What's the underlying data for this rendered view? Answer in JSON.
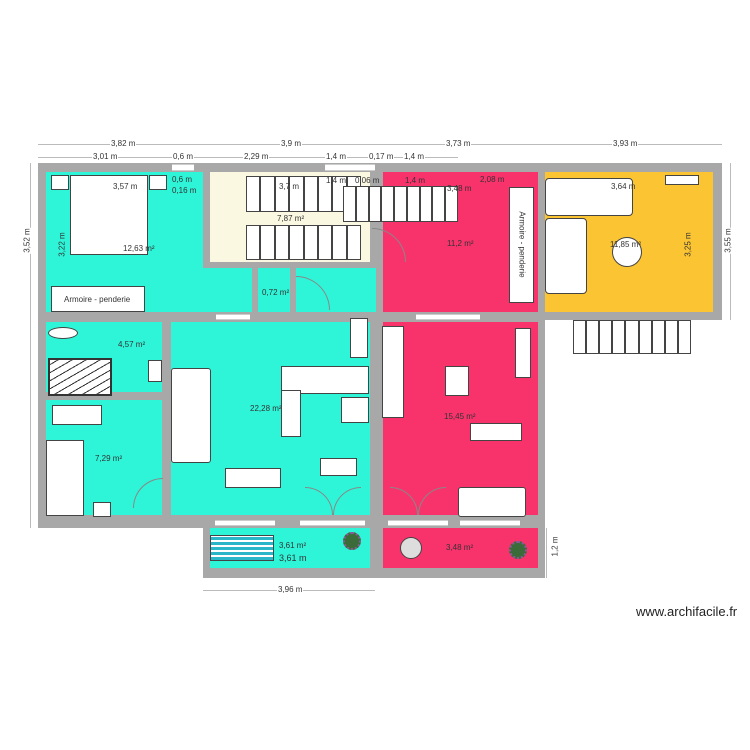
{
  "dimensions": {
    "top_overall": [
      "3,82 m",
      "3,9 m",
      "3,73 m",
      "3,93 m"
    ],
    "top_detail": [
      "3,01 m",
      "0,6 m",
      "2,29 m",
      "1,4 m",
      "0,17 m",
      "1,4 m"
    ],
    "inner": [
      "0,6 m",
      "0,16 m",
      "3,57 m",
      "3,7 m",
      "1,4 m",
      "0,06 m",
      "1,4 m",
      "3,48 m",
      "2,08 m",
      "3,64 m"
    ],
    "left_outer": "3,52 m",
    "left_inner": "3,22 m",
    "right_outer": "3,55 m",
    "right_inner": "3,25 m",
    "balcony_height": "1,2 m",
    "balcony_width": "3,96 m",
    "balcony_inner": "3,61 m"
  },
  "rooms": {
    "bedroom1": "12,63 m²",
    "stairwell": "7,87 m²",
    "closet": "0,72 m²",
    "bedroom_pink": "11,2 m²",
    "living_yellow": "11,85 m²",
    "bathroom": "4,57 m²",
    "bedroom2": "7,29 m²",
    "living_cyan": "22,28 m²",
    "kitchen_pink": "15,45 m²",
    "balcony_cyan": "3,61 m²",
    "balcony_pink": "3,48 m²"
  },
  "furniture": {
    "wardrobe1": "Armoire - penderie",
    "wardrobe2": "Armoire - penderie"
  },
  "colors": {
    "cyan": "#2ff5d8",
    "pink": "#f8336c",
    "yellow": "#fbc433",
    "wall": "#a8a8a8"
  },
  "watermark": "www.archifacile.fr"
}
